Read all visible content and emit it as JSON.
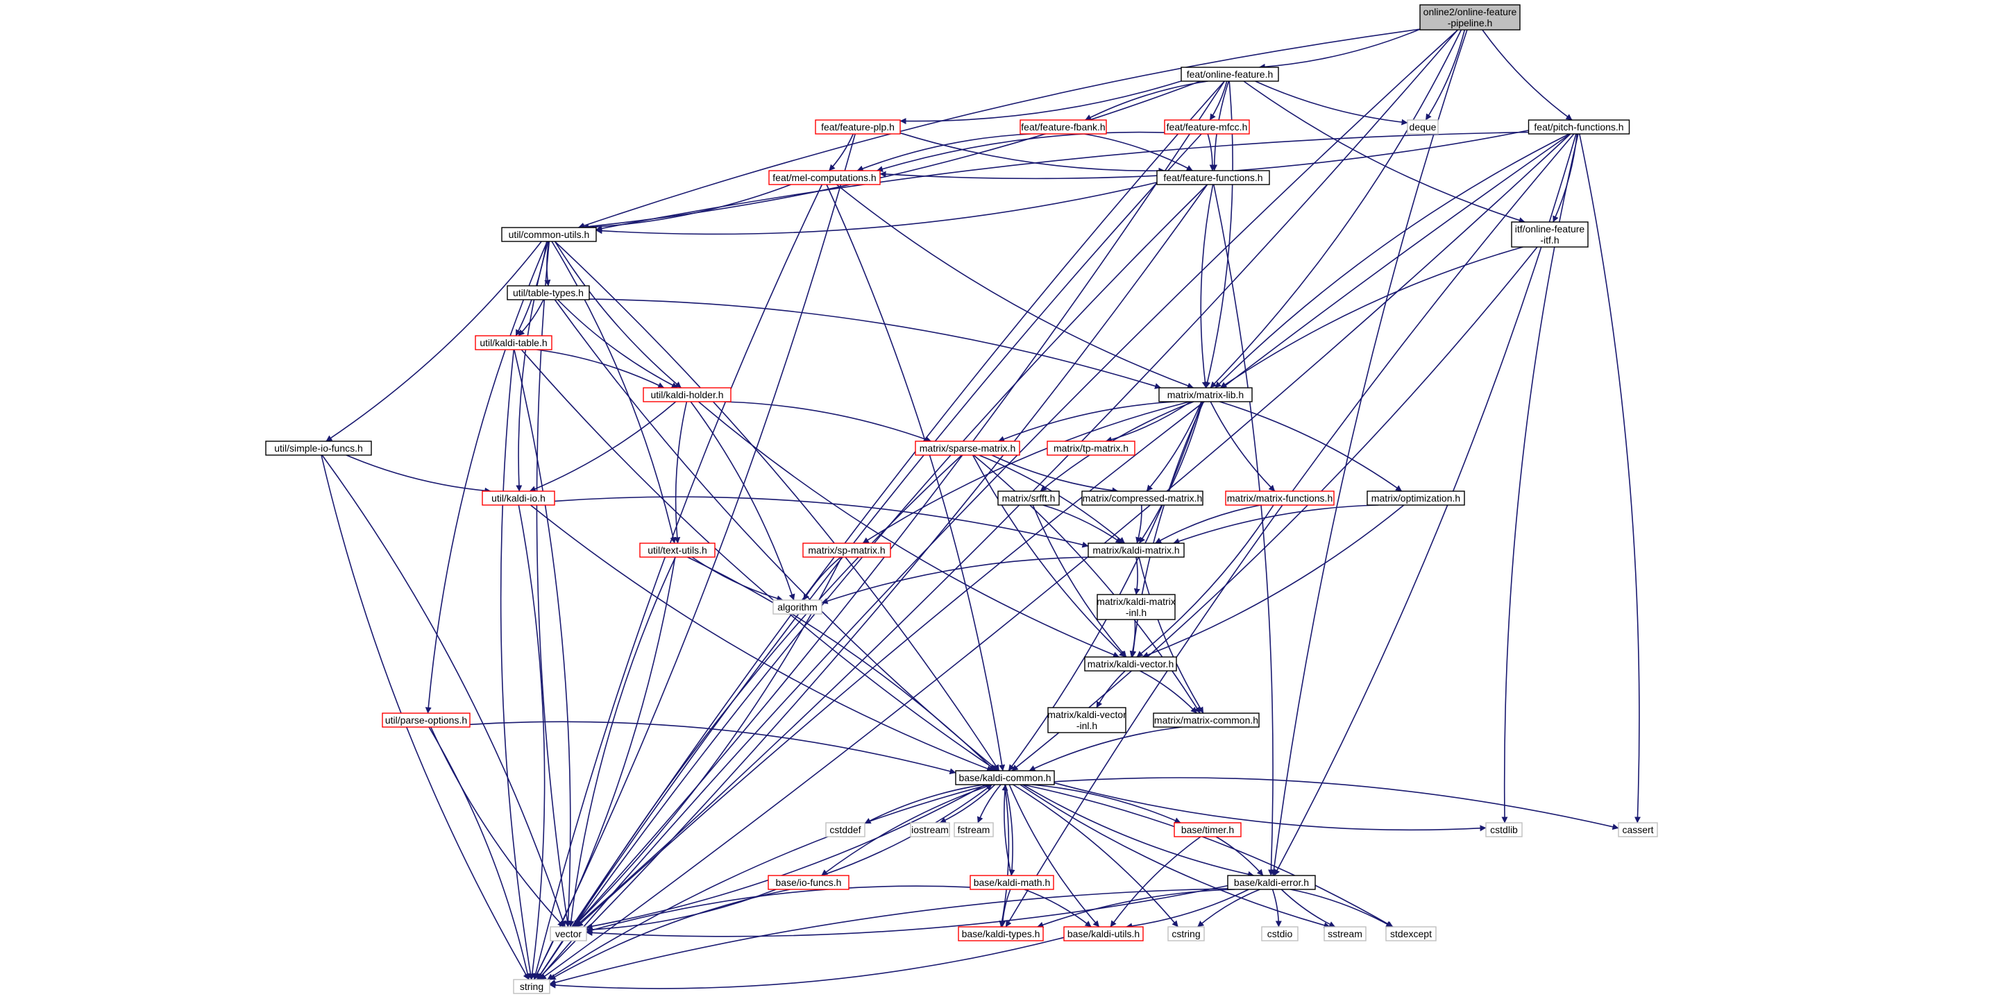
{
  "nodes": [
    {
      "id": "n_pipeline",
      "lines": [
        "online2/online-feature",
        "-pipeline.h"
      ],
      "style": "root"
    },
    {
      "id": "n_online_feature",
      "lines": [
        "feat/online-feature.h"
      ],
      "style": "normal"
    },
    {
      "id": "n_pitch",
      "lines": [
        "feat/pitch-functions.h"
      ],
      "style": "normal"
    },
    {
      "id": "n_deque",
      "lines": [
        "deque"
      ],
      "style": "system"
    },
    {
      "id": "n_plp",
      "lines": [
        "feat/feature-plp.h"
      ],
      "style": "truncated"
    },
    {
      "id": "n_fbank",
      "lines": [
        "feat/feature-fbank.h"
      ],
      "style": "truncated"
    },
    {
      "id": "n_mfcc",
      "lines": [
        "feat/feature-mfcc.h"
      ],
      "style": "truncated"
    },
    {
      "id": "n_melcomp",
      "lines": [
        "feat/mel-computations.h"
      ],
      "style": "truncated"
    },
    {
      "id": "n_featfunc",
      "lines": [
        "feat/feature-functions.h"
      ],
      "style": "normal"
    },
    {
      "id": "n_commonutils",
      "lines": [
        "util/common-utils.h"
      ],
      "style": "normal"
    },
    {
      "id": "n_itf",
      "lines": [
        "itf/online-feature",
        "-itf.h"
      ],
      "style": "normal"
    },
    {
      "id": "n_tabletypes",
      "lines": [
        "util/table-types.h"
      ],
      "style": "normal"
    },
    {
      "id": "n_kalditable",
      "lines": [
        "util/kaldi-table.h"
      ],
      "style": "truncated"
    },
    {
      "id": "n_kaldiholder",
      "lines": [
        "util/kaldi-holder.h"
      ],
      "style": "truncated"
    },
    {
      "id": "n_matrixlib",
      "lines": [
        "matrix/matrix-lib.h"
      ],
      "style": "normal"
    },
    {
      "id": "n_simpleio",
      "lines": [
        "util/simple-io-funcs.h"
      ],
      "style": "normal"
    },
    {
      "id": "n_sparse",
      "lines": [
        "matrix/sparse-matrix.h"
      ],
      "style": "truncated"
    },
    {
      "id": "n_tpmatrix",
      "lines": [
        "matrix/tp-matrix.h"
      ],
      "style": "truncated"
    },
    {
      "id": "n_kaldiio",
      "lines": [
        "util/kaldi-io.h"
      ],
      "style": "truncated"
    },
    {
      "id": "n_srfft",
      "lines": [
        "matrix/srfft.h"
      ],
      "style": "normal"
    },
    {
      "id": "n_compressed",
      "lines": [
        "matrix/compressed-matrix.h"
      ],
      "style": "normal"
    },
    {
      "id": "n_matfuncs",
      "lines": [
        "matrix/matrix-functions.h"
      ],
      "style": "truncated"
    },
    {
      "id": "n_optim",
      "lines": [
        "matrix/optimization.h"
      ],
      "style": "normal"
    },
    {
      "id": "n_textutils",
      "lines": [
        "util/text-utils.h"
      ],
      "style": "truncated"
    },
    {
      "id": "n_spmatrix",
      "lines": [
        "matrix/sp-matrix.h"
      ],
      "style": "truncated"
    },
    {
      "id": "n_kaldimatrix",
      "lines": [
        "matrix/kaldi-matrix.h"
      ],
      "style": "normal"
    },
    {
      "id": "n_algorithm",
      "lines": [
        "algorithm"
      ],
      "style": "system"
    },
    {
      "id": "n_kmatinl",
      "lines": [
        "matrix/kaldi-matrix",
        "-inl.h"
      ],
      "style": "normal"
    },
    {
      "id": "n_kvector",
      "lines": [
        "matrix/kaldi-vector.h"
      ],
      "style": "normal"
    },
    {
      "id": "n_kvecinl",
      "lines": [
        "matrix/kaldi-vector",
        "-inl.h"
      ],
      "style": "normal"
    },
    {
      "id": "n_matcommon",
      "lines": [
        "matrix/matrix-common.h"
      ],
      "style": "normal"
    },
    {
      "id": "n_parseopts",
      "lines": [
        "util/parse-options.h"
      ],
      "style": "truncated"
    },
    {
      "id": "n_kcommon",
      "lines": [
        "base/kaldi-common.h"
      ],
      "style": "normal"
    },
    {
      "id": "n_cstddef",
      "lines": [
        "cstddef"
      ],
      "style": "system"
    },
    {
      "id": "n_iostream",
      "lines": [
        "iostream"
      ],
      "style": "system"
    },
    {
      "id": "n_fstream",
      "lines": [
        "fstream"
      ],
      "style": "system"
    },
    {
      "id": "n_timer",
      "lines": [
        "base/timer.h"
      ],
      "style": "truncated"
    },
    {
      "id": "n_cstdlib",
      "lines": [
        "cstdlib"
      ],
      "style": "system"
    },
    {
      "id": "n_cassert",
      "lines": [
        "cassert"
      ],
      "style": "system"
    },
    {
      "id": "n_iofuncs",
      "lines": [
        "base/io-funcs.h"
      ],
      "style": "truncated"
    },
    {
      "id": "n_kmath",
      "lines": [
        "base/kaldi-math.h"
      ],
      "style": "truncated"
    },
    {
      "id": "n_kerror",
      "lines": [
        "base/kaldi-error.h"
      ],
      "style": "normal"
    },
    {
      "id": "n_vector",
      "lines": [
        "vector"
      ],
      "style": "system"
    },
    {
      "id": "n_ktypes",
      "lines": [
        "base/kaldi-types.h"
      ],
      "style": "truncated"
    },
    {
      "id": "n_kutils",
      "lines": [
        "base/kaldi-utils.h"
      ],
      "style": "truncated"
    },
    {
      "id": "n_cstring",
      "lines": [
        "cstring"
      ],
      "style": "system"
    },
    {
      "id": "n_cstdio",
      "lines": [
        "cstdio"
      ],
      "style": "system"
    },
    {
      "id": "n_sstream",
      "lines": [
        "sstream"
      ],
      "style": "system"
    },
    {
      "id": "n_stdexcept",
      "lines": [
        "stdexcept"
      ],
      "style": "system"
    },
    {
      "id": "n_string",
      "lines": [
        "string"
      ],
      "style": "system"
    }
  ],
  "edges": [
    [
      "n_pipeline",
      "n_online_feature"
    ],
    [
      "n_pipeline",
      "n_pitch"
    ],
    [
      "n_pipeline",
      "n_deque"
    ],
    [
      "n_pipeline",
      "n_commonutils"
    ],
    [
      "n_pipeline",
      "n_matrixlib"
    ],
    [
      "n_pipeline",
      "n_kerror"
    ],
    [
      "n_pipeline",
      "n_vector"
    ],
    [
      "n_pipeline",
      "n_string"
    ],
    [
      "n_online_feature",
      "n_plp"
    ],
    [
      "n_online_feature",
      "n_fbank"
    ],
    [
      "n_online_feature",
      "n_mfcc"
    ],
    [
      "n_online_feature",
      "n_featfunc"
    ],
    [
      "n_online_feature",
      "n_commonutils"
    ],
    [
      "n_online_feature",
      "n_itf"
    ],
    [
      "n_online_feature",
      "n_matrixlib"
    ],
    [
      "n_online_feature",
      "n_deque"
    ],
    [
      "n_online_feature",
      "n_vector"
    ],
    [
      "n_online_feature",
      "n_string"
    ],
    [
      "n_pitch",
      "n_melcomp"
    ],
    [
      "n_pitch",
      "n_commonutils"
    ],
    [
      "n_pitch",
      "n_itf"
    ],
    [
      "n_pitch",
      "n_matrixlib"
    ],
    [
      "n_pitch",
      "n_kerror"
    ],
    [
      "n_pitch",
      "n_cstdlib"
    ],
    [
      "n_pitch",
      "n_cassert"
    ],
    [
      "n_pitch",
      "n_vector"
    ],
    [
      "n_pitch",
      "n_string"
    ],
    [
      "n_pitch",
      "n_ktypes"
    ],
    [
      "n_plp",
      "n_melcomp"
    ],
    [
      "n_plp",
      "n_featfunc"
    ],
    [
      "n_plp",
      "n_string"
    ],
    [
      "n_fbank",
      "n_melcomp"
    ],
    [
      "n_fbank",
      "n_featfunc"
    ],
    [
      "n_mfcc",
      "n_melcomp"
    ],
    [
      "n_mfcc",
      "n_featfunc"
    ],
    [
      "n_mfcc",
      "n_string"
    ],
    [
      "n_melcomp",
      "n_commonutils"
    ],
    [
      "n_melcomp",
      "n_matrixlib"
    ],
    [
      "n_melcomp",
      "n_kcommon"
    ],
    [
      "n_melcomp",
      "n_string"
    ],
    [
      "n_featfunc",
      "n_commonutils"
    ],
    [
      "n_featfunc",
      "n_matrixlib"
    ],
    [
      "n_featfunc",
      "n_kerror"
    ],
    [
      "n_featfunc",
      "n_vector"
    ],
    [
      "n_featfunc",
      "n_string"
    ],
    [
      "n_itf",
      "n_matrixlib"
    ],
    [
      "n_itf",
      "n_kcommon"
    ],
    [
      "n_commonutils",
      "n_tabletypes"
    ],
    [
      "n_commonutils",
      "n_kalditable"
    ],
    [
      "n_commonutils",
      "n_kaldiholder"
    ],
    [
      "n_commonutils",
      "n_simpleio"
    ],
    [
      "n_commonutils",
      "n_kaldiio"
    ],
    [
      "n_commonutils",
      "n_textutils"
    ],
    [
      "n_commonutils",
      "n_parseopts"
    ],
    [
      "n_commonutils",
      "n_kcommon"
    ],
    [
      "n_commonutils",
      "n_vector"
    ],
    [
      "n_tabletypes",
      "n_kalditable"
    ],
    [
      "n_tabletypes",
      "n_kaldiholder"
    ],
    [
      "n_tabletypes",
      "n_matrixlib"
    ],
    [
      "n_tabletypes",
      "n_kcommon"
    ],
    [
      "n_kalditable",
      "n_kaldiholder"
    ],
    [
      "n_kalditable",
      "n_kcommon"
    ],
    [
      "n_kalditable",
      "n_vector"
    ],
    [
      "n_kalditable",
      "n_string"
    ],
    [
      "n_kaldiholder",
      "n_kaldiio"
    ],
    [
      "n_kaldiholder",
      "n_textutils"
    ],
    [
      "n_kaldiholder",
      "n_sparse"
    ],
    [
      "n_kaldiholder",
      "n_kvector"
    ],
    [
      "n_kaldiholder",
      "n_algorithm"
    ],
    [
      "n_simpleio",
      "n_kaldiio"
    ],
    [
      "n_simpleio",
      "n_vector"
    ],
    [
      "n_simpleio",
      "n_string"
    ],
    [
      "n_kaldiio",
      "n_kaldimatrix"
    ],
    [
      "n_kaldiio",
      "n_kcommon"
    ],
    [
      "n_kaldiio",
      "n_string"
    ],
    [
      "n_textutils",
      "n_algorithm"
    ],
    [
      "n_textutils",
      "n_kcommon"
    ],
    [
      "n_textutils",
      "n_vector"
    ],
    [
      "n_textutils",
      "n_string"
    ],
    [
      "n_matrixlib",
      "n_sparse"
    ],
    [
      "n_matrixlib",
      "n_tpmatrix"
    ],
    [
      "n_matrixlib",
      "n_srfft"
    ],
    [
      "n_matrixlib",
      "n_compressed"
    ],
    [
      "n_matrixlib",
      "n_matfuncs"
    ],
    [
      "n_matrixlib",
      "n_optim"
    ],
    [
      "n_matrixlib",
      "n_spmatrix"
    ],
    [
      "n_matrixlib",
      "n_kaldimatrix"
    ],
    [
      "n_matrixlib",
      "n_kvector"
    ],
    [
      "n_matrixlib",
      "n_kcommon"
    ],
    [
      "n_sparse",
      "n_compressed"
    ],
    [
      "n_sparse",
      "n_kaldimatrix"
    ],
    [
      "n_sparse",
      "n_kvector"
    ],
    [
      "n_sparse",
      "n_matcommon"
    ],
    [
      "n_sparse",
      "n_vector"
    ],
    [
      "n_srfft",
      "n_kaldimatrix"
    ],
    [
      "n_srfft",
      "n_kvector"
    ],
    [
      "n_compressed",
      "n_kaldimatrix"
    ],
    [
      "n_matfuncs",
      "n_kaldimatrix"
    ],
    [
      "n_matfuncs",
      "n_kvector"
    ],
    [
      "n_optim",
      "n_kaldimatrix"
    ],
    [
      "n_optim",
      "n_kvector"
    ],
    [
      "n_spmatrix",
      "n_algorithm"
    ],
    [
      "n_spmatrix",
      "n_vector"
    ],
    [
      "n_kaldimatrix",
      "n_algorithm"
    ],
    [
      "n_kaldimatrix",
      "n_kmatinl"
    ],
    [
      "n_kaldimatrix",
      "n_matcommon"
    ],
    [
      "n_kmatinl",
      "n_kvector"
    ],
    [
      "n_kvector",
      "n_kvecinl"
    ],
    [
      "n_kvector",
      "n_matcommon"
    ],
    [
      "n_matcommon",
      "n_kcommon"
    ],
    [
      "n_parseopts",
      "n_kcommon"
    ],
    [
      "n_parseopts",
      "n_vector"
    ],
    [
      "n_parseopts",
      "n_string"
    ],
    [
      "n_kcommon",
      "n_cstddef"
    ],
    [
      "n_kcommon",
      "n_iostream"
    ],
    [
      "n_kcommon",
      "n_fstream"
    ],
    [
      "n_kcommon",
      "n_timer"
    ],
    [
      "n_kcommon",
      "n_cstdlib"
    ],
    [
      "n_kcommon",
      "n_cassert"
    ],
    [
      "n_kcommon",
      "n_iofuncs"
    ],
    [
      "n_kcommon",
      "n_kmath"
    ],
    [
      "n_kcommon",
      "n_kerror"
    ],
    [
      "n_kcommon",
      "n_vector"
    ],
    [
      "n_kcommon",
      "n_string"
    ],
    [
      "n_kcommon",
      "n_ktypes"
    ],
    [
      "n_kcommon",
      "n_kutils"
    ],
    [
      "n_kcommon",
      "n_cstring"
    ],
    [
      "n_kcommon",
      "n_sstream"
    ],
    [
      "n_kcommon",
      "n_stdexcept"
    ],
    [
      "n_iofuncs",
      "n_kcommon"
    ],
    [
      "n_iofuncs",
      "n_vector"
    ],
    [
      "n_iofuncs",
      "n_string"
    ],
    [
      "n_kmath",
      "n_kcommon"
    ],
    [
      "n_kmath",
      "n_ktypes"
    ],
    [
      "n_kmath",
      "n_kutils"
    ],
    [
      "n_kmath",
      "n_vector"
    ],
    [
      "n_timer",
      "n_kerror"
    ],
    [
      "n_timer",
      "n_kutils"
    ],
    [
      "n_kerror",
      "n_vector"
    ],
    [
      "n_kerror",
      "n_ktypes"
    ],
    [
      "n_kerror",
      "n_kutils"
    ],
    [
      "n_kerror",
      "n_cstring"
    ],
    [
      "n_kerror",
      "n_cstdio"
    ],
    [
      "n_kerror",
      "n_sstream"
    ],
    [
      "n_kerror",
      "n_stdexcept"
    ],
    [
      "n_kerror",
      "n_string"
    ],
    [
      "n_kutils",
      "n_string"
    ]
  ],
  "colors": {
    "edge": "#191970",
    "normal_border": "#000000",
    "truncated_border": "#ff0000",
    "system_border": "#bfbfbf",
    "root_fill": "#bfbfbf",
    "text": "#000000"
  }
}
